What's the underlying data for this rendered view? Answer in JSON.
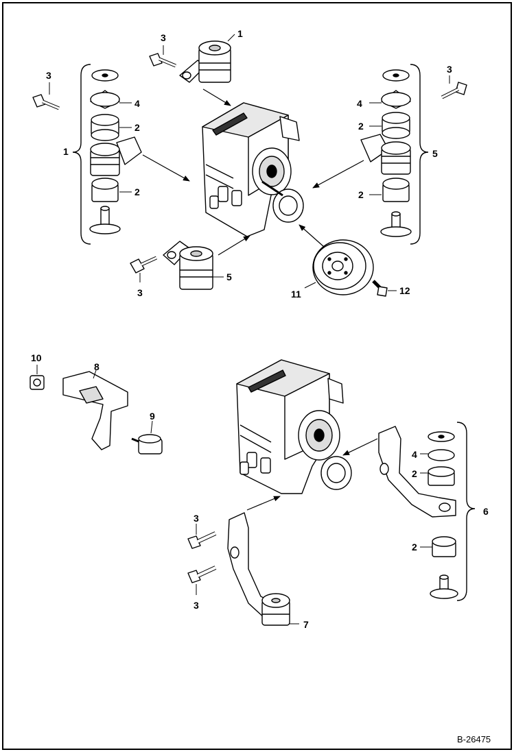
{
  "figure": {
    "document_number": "B-26475",
    "callouts": {
      "c1": "1",
      "c2": "2",
      "c3": "3",
      "c4": "4",
      "c5": "5",
      "c6": "6",
      "c7": "7",
      "c8": "8",
      "c9": "9",
      "c10": "10",
      "c11": "11",
      "c12": "12"
    }
  }
}
